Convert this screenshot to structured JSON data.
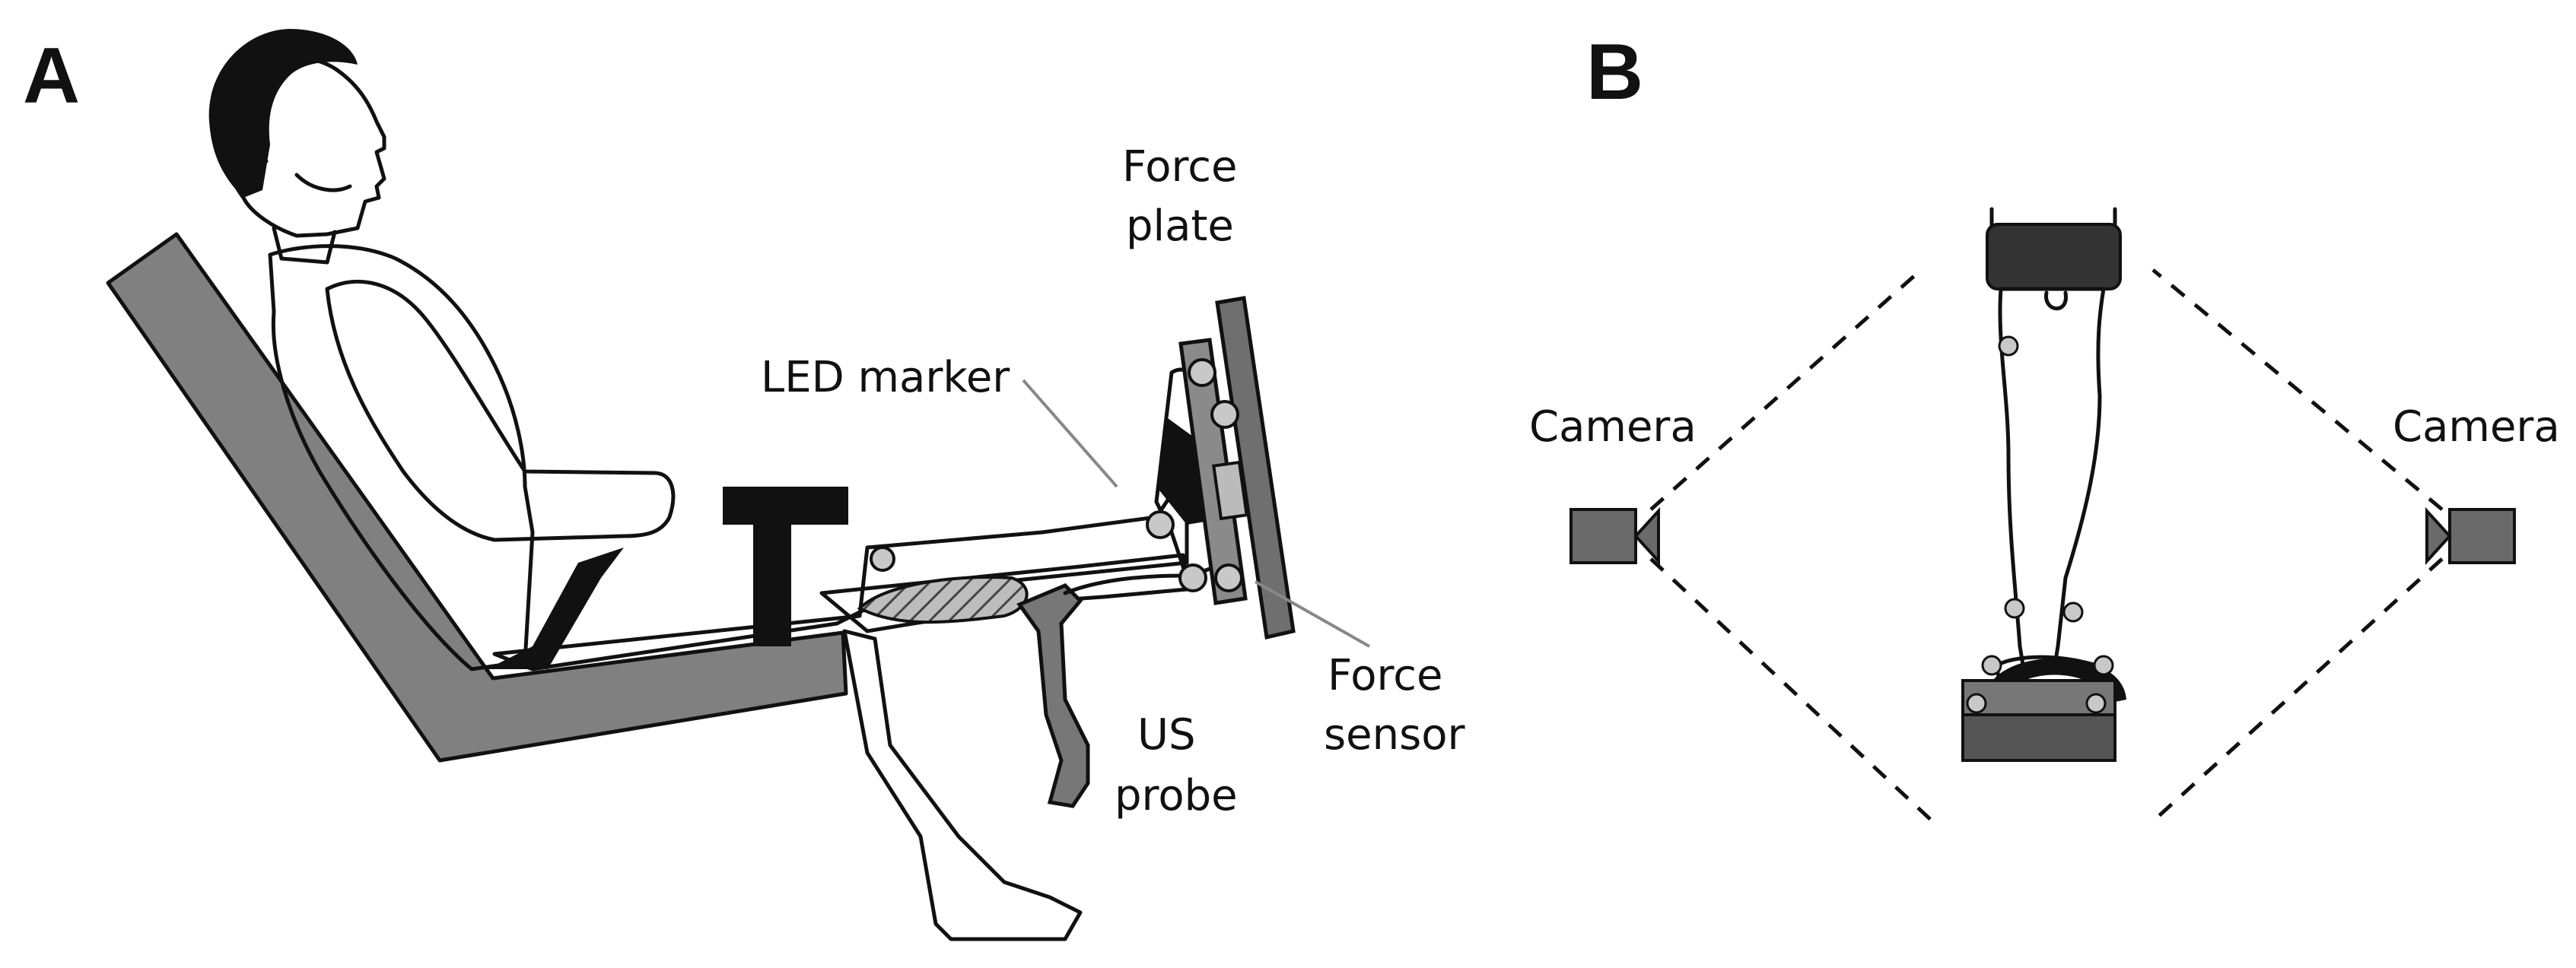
{
  "panels": {
    "a": "A",
    "b": "B"
  },
  "labels": {
    "force_plate_l1": "Force",
    "force_plate_l2": "plate",
    "led_marker": "LED marker",
    "force_sensor_l1": "Force",
    "force_sensor_l2": "sensor",
    "us_probe_l1": "US",
    "us_probe_l2": "probe",
    "camera_left": "Camera",
    "camera_right": "Camera"
  },
  "colors": {
    "chair": "#808080",
    "plate": "#6f6f6f",
    "strap": "#111111",
    "marker": "#c8c8c8",
    "camera": "#6a6a6a",
    "line": "#111111"
  },
  "icons": {
    "camera": "camera-icon",
    "marker": "led-marker-icon",
    "probe": "ultrasound-probe-icon"
  }
}
